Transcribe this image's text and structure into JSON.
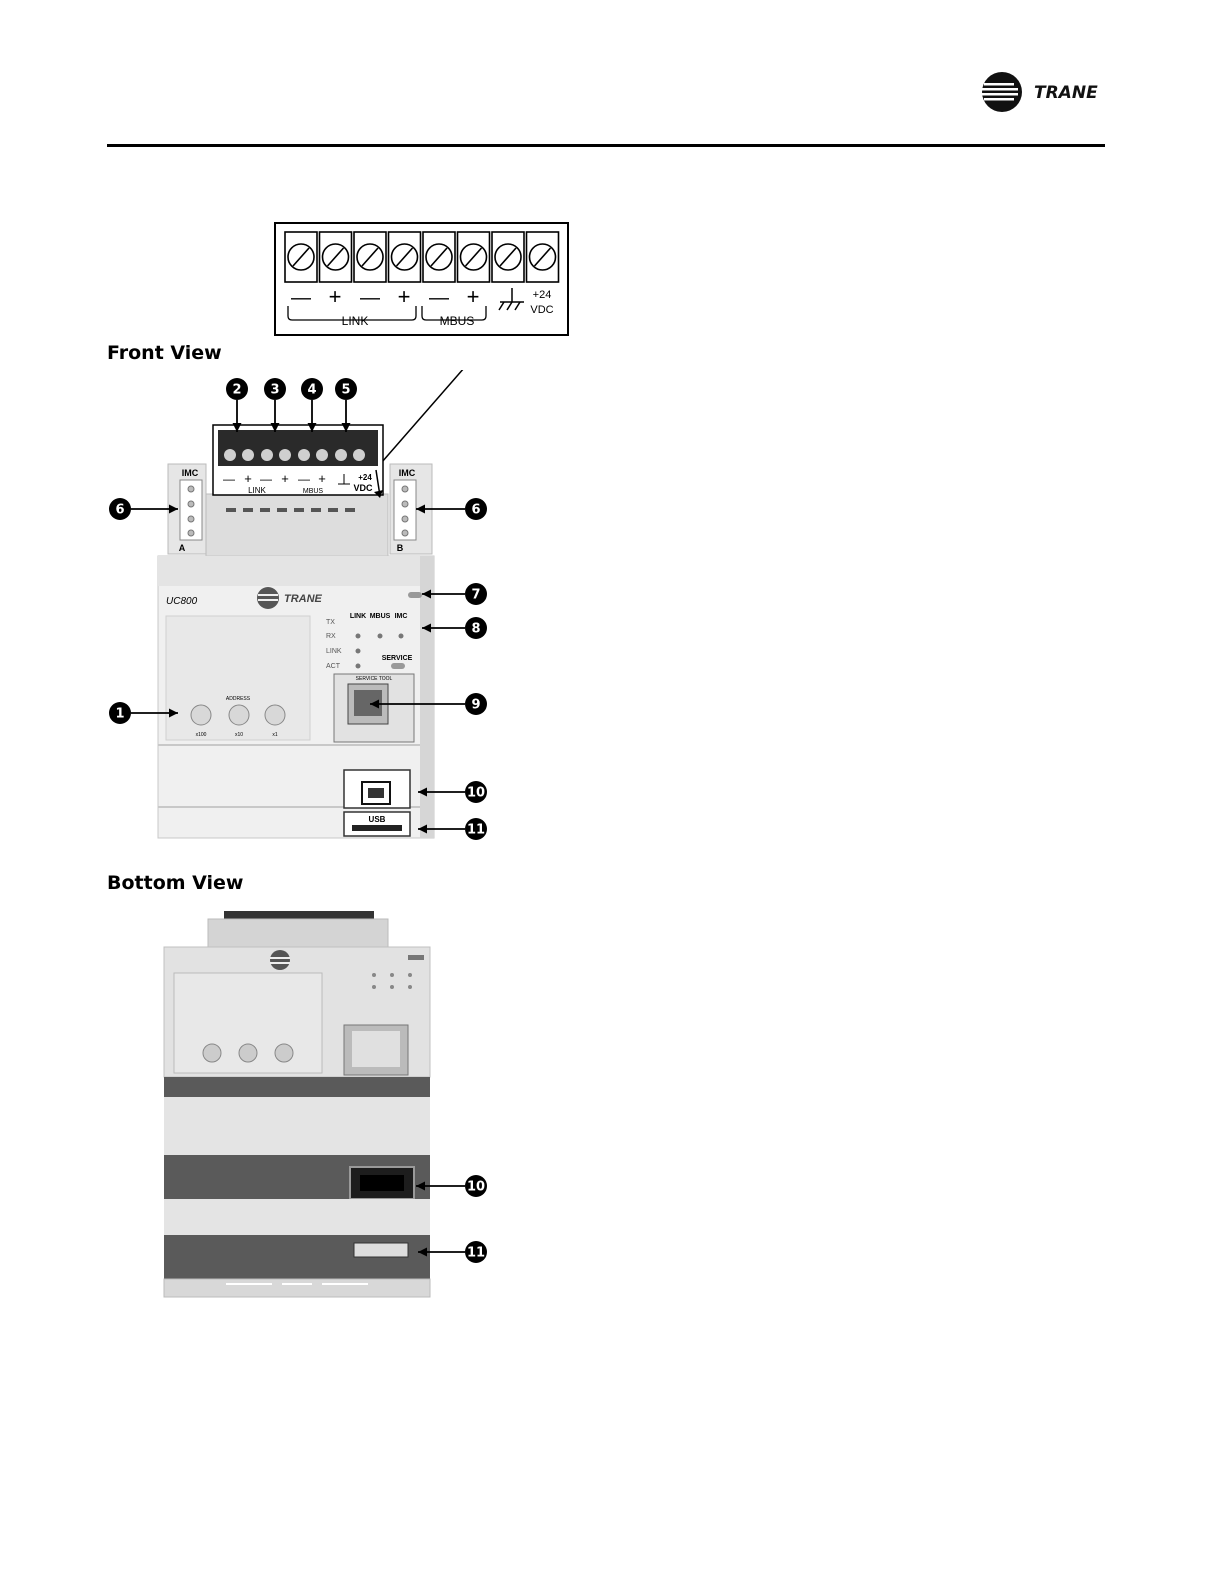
{
  "header": {
    "brand": "TRANE",
    "logo_icon": "trane-logo-icon"
  },
  "sections": {
    "front_title": "Front View",
    "bottom_title": "Bottom View"
  },
  "terminal_block": {
    "signs": [
      "—",
      "+",
      "—",
      "+",
      "—",
      "+"
    ],
    "link_label": "LINK",
    "mbus_label": "MBUS",
    "vdc_top": "+24",
    "vdc_bottom": "VDC"
  },
  "device": {
    "model": "UC800",
    "brand": "TRANE",
    "imc_left": "IMC",
    "imc_right": "IMC",
    "port_a": "A",
    "port_b": "B",
    "mini_link": "LINK",
    "mini_mbus": "MBUS",
    "mini_vdc_top": "+24",
    "mini_vdc_bottom": "VDC",
    "mini_signs": [
      "—",
      "+",
      "—",
      "+",
      "—",
      "+"
    ],
    "led_cols": [
      "LINK",
      "MBUS",
      "IMC"
    ],
    "led_rows": [
      "TX",
      "RX",
      "LINK",
      "ACT"
    ],
    "service": "SERVICE",
    "service_tool": "SERVICE TOOL",
    "address": "ADDRESS",
    "dial_labels": [
      "x100",
      "x10",
      "x1"
    ],
    "usb": "USB"
  },
  "callouts": {
    "c1": "1",
    "c2": "2",
    "c3": "3",
    "c4": "4",
    "c5": "5",
    "c6": "6",
    "c7": "7",
    "c8": "8",
    "c9": "9",
    "c10": "10",
    "c11": "11"
  }
}
